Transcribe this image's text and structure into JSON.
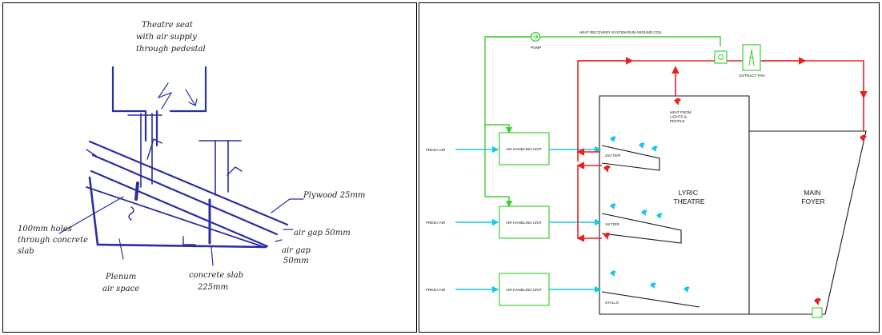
{
  "sketch": {
    "note_lines": [
      "Theatre seat",
      "with air supply",
      "through pedestal"
    ],
    "plywood_lines": [
      "Plywood 25mm"
    ],
    "airgap1_lines": [
      "air gap 50mm"
    ],
    "airgap2_lines": [
      "air gap",
      "50mm"
    ],
    "holes_lines": [
      "100mm holes",
      "through concrete",
      "slab"
    ],
    "plenum_lines": [
      "Plenum",
      "air space"
    ],
    "slab_lines": [
      "concrete slab",
      "225mm"
    ]
  },
  "schematic": {
    "loop_label": "HEAT RECOVERY SYSTEM RUN AROUND COIL",
    "pump_label": "PUMP",
    "fan_label": "EXTRACT FAN",
    "heat_label_lines": [
      "HEAT FROM",
      "LIGHTS &",
      "PEOPLE"
    ],
    "fresh_air": [
      "FRESH AIR",
      "FRESH AIR",
      "FRESH AIR"
    ],
    "ahu_labels": [
      "AIR HANDLING UNIT",
      "AIR HANDLING UNIT",
      "AIR HANDLING UNIT"
    ],
    "tier_labels": [
      "2nd TIER",
      "1st TIER",
      "STALLS"
    ],
    "theatre_lines": [
      "LYRIC",
      "THEATRE"
    ],
    "foyer_lines": [
      "MAIN",
      "FOYER"
    ],
    "colors": {
      "supply_air": "#19c8e6",
      "extract_air": "#e8221e",
      "heat_recovery": "#3ccf2e",
      "outline": "#1a1a1a"
    }
  }
}
